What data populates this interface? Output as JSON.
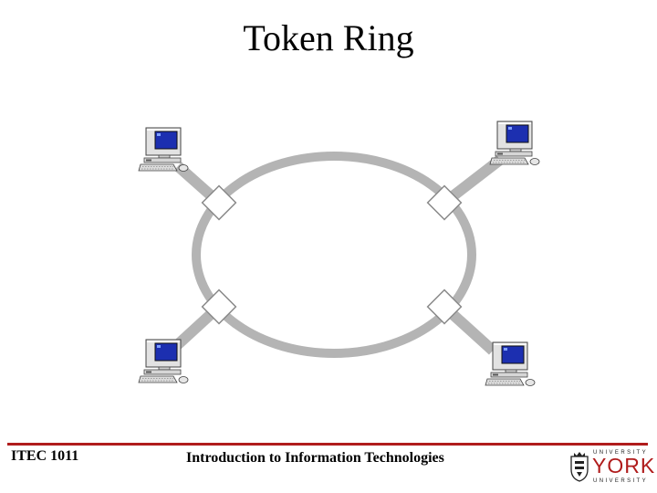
{
  "slide": {
    "title": "Token Ring"
  },
  "diagram": {
    "nodes": [
      {
        "id": "top-left",
        "icon": "computer-icon"
      },
      {
        "id": "top-right",
        "icon": "computer-icon"
      },
      {
        "id": "bottom-left",
        "icon": "computer-icon"
      },
      {
        "id": "bottom-right",
        "icon": "computer-icon"
      }
    ],
    "colors": {
      "ring": "#b4b4b4",
      "connector_fill": "#ffffff",
      "connector_stroke": "#8a8a8a",
      "screen": "#1c2fb0",
      "monitor_case": "#e2e2e2"
    }
  },
  "footer": {
    "course_code": "ITEC 1011",
    "course_title": "Introduction to Information Technologies",
    "rule_color": "#b01c1c",
    "logo": {
      "top_text": "UNIVERSITY",
      "main_text": "YORK",
      "bottom_text": "UNIVERSITY",
      "icon": "york-shield-icon",
      "color": "#b01c1c"
    }
  }
}
